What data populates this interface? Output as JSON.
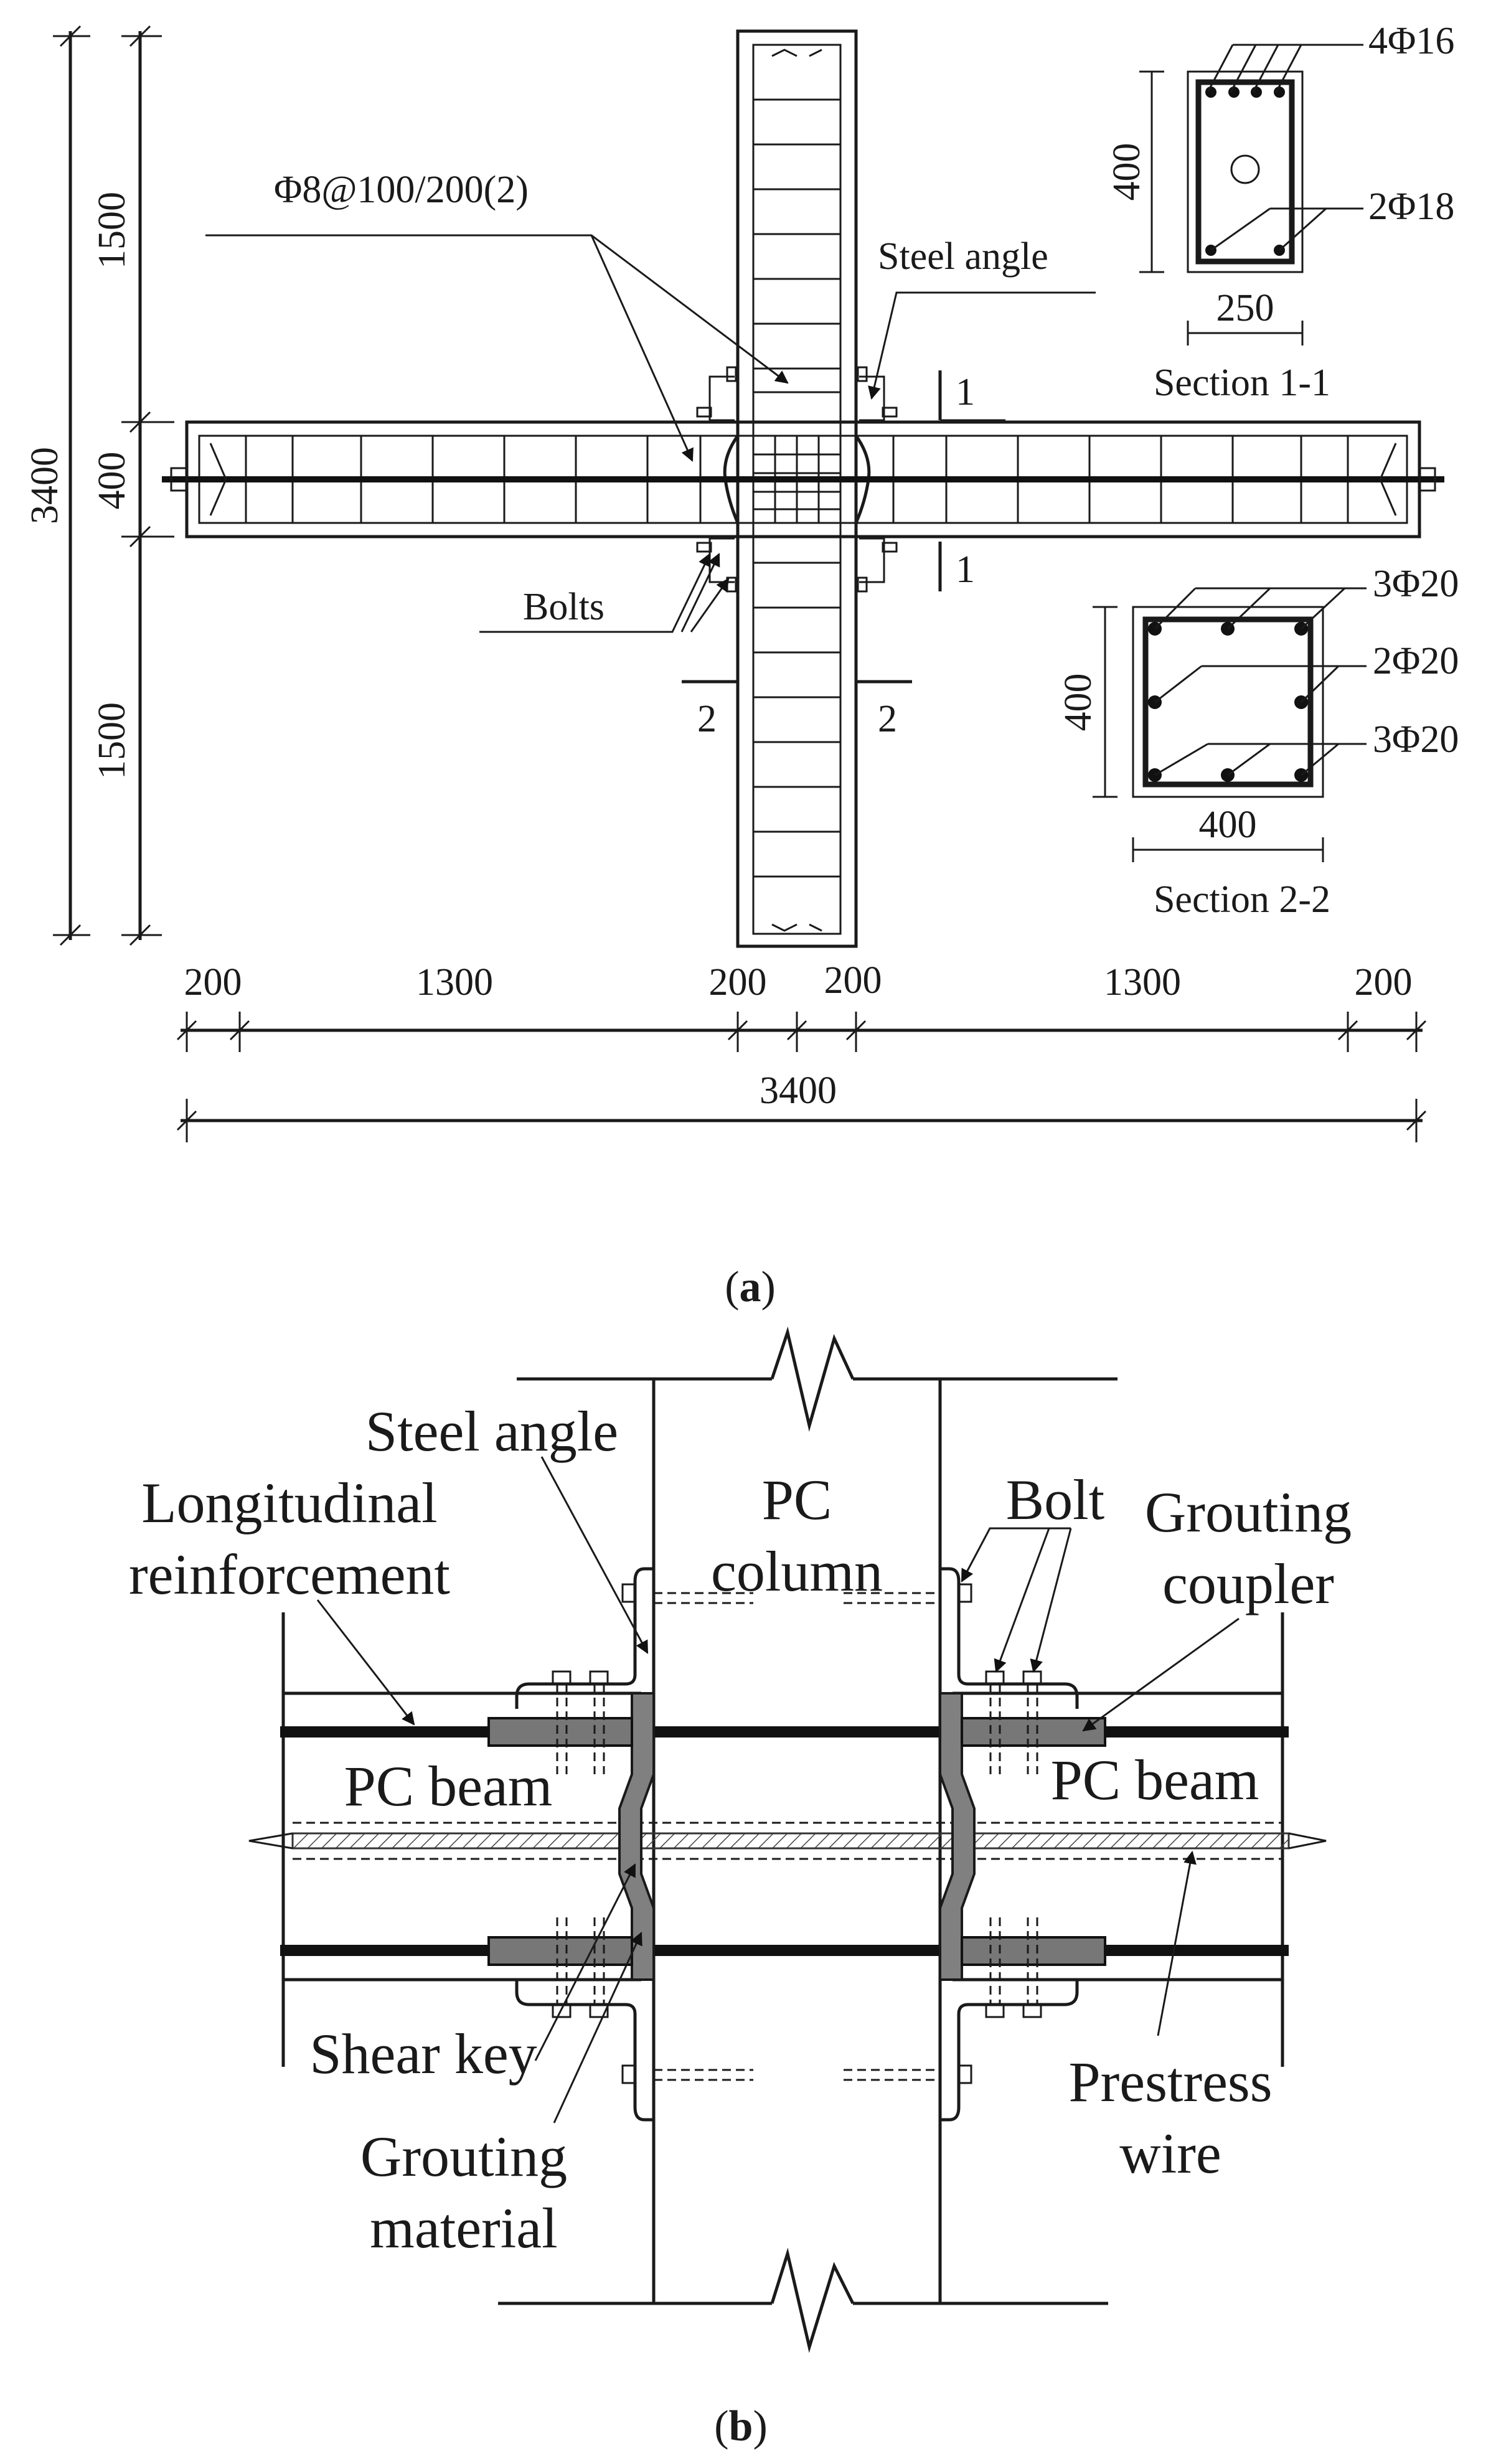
{
  "panel_a": {
    "caption_open": "(",
    "caption_letter": "a",
    "caption_close": ")",
    "dims_left": {
      "top": "1500",
      "middle": "400",
      "bottom": "1500",
      "overall": "3400"
    },
    "dims_bottom": {
      "d1": "200",
      "d2": "1300",
      "d3": "200",
      "d4": "200",
      "d5": "1300",
      "d6": "200",
      "overall": "3400"
    },
    "stirrup_label": "Φ8@100/200(2)",
    "steel_angle_label": "Steel angle",
    "bolts_label": "Bolts",
    "section_marks": {
      "s1a": "1",
      "s1b": "1",
      "s2a": "2",
      "s2b": "2"
    },
    "section_1": {
      "title": "Section 1-1",
      "width": "250",
      "height": "400",
      "top_bars": "4Φ16",
      "bottom_bars": "2Φ18"
    },
    "section_2": {
      "title": "Section 2-2",
      "width": "400",
      "height": "400",
      "top_bars": "3Φ20",
      "mid_bars": "2Φ20",
      "bottom_bars": "3Φ20"
    }
  },
  "panel_b": {
    "caption_open": "(",
    "caption_letter": "b",
    "caption_close": ")",
    "steel_angle": "Steel angle",
    "longitudinal_1": "Longitudinal",
    "longitudinal_2": "reinforcement",
    "pc_column_1": "PC",
    "pc_column_2": "column",
    "bolt": "Bolt",
    "grouting_coupler_1": "Grouting",
    "grouting_coupler_2": "coupler",
    "pc_beam_left": "PC beam",
    "pc_beam_right": "PC beam",
    "shear_key": "Shear key",
    "grouting_material_1": "Grouting",
    "grouting_material_2": "material",
    "prestress_wire_1": "Prestress",
    "prestress_wire_2": "wire"
  }
}
